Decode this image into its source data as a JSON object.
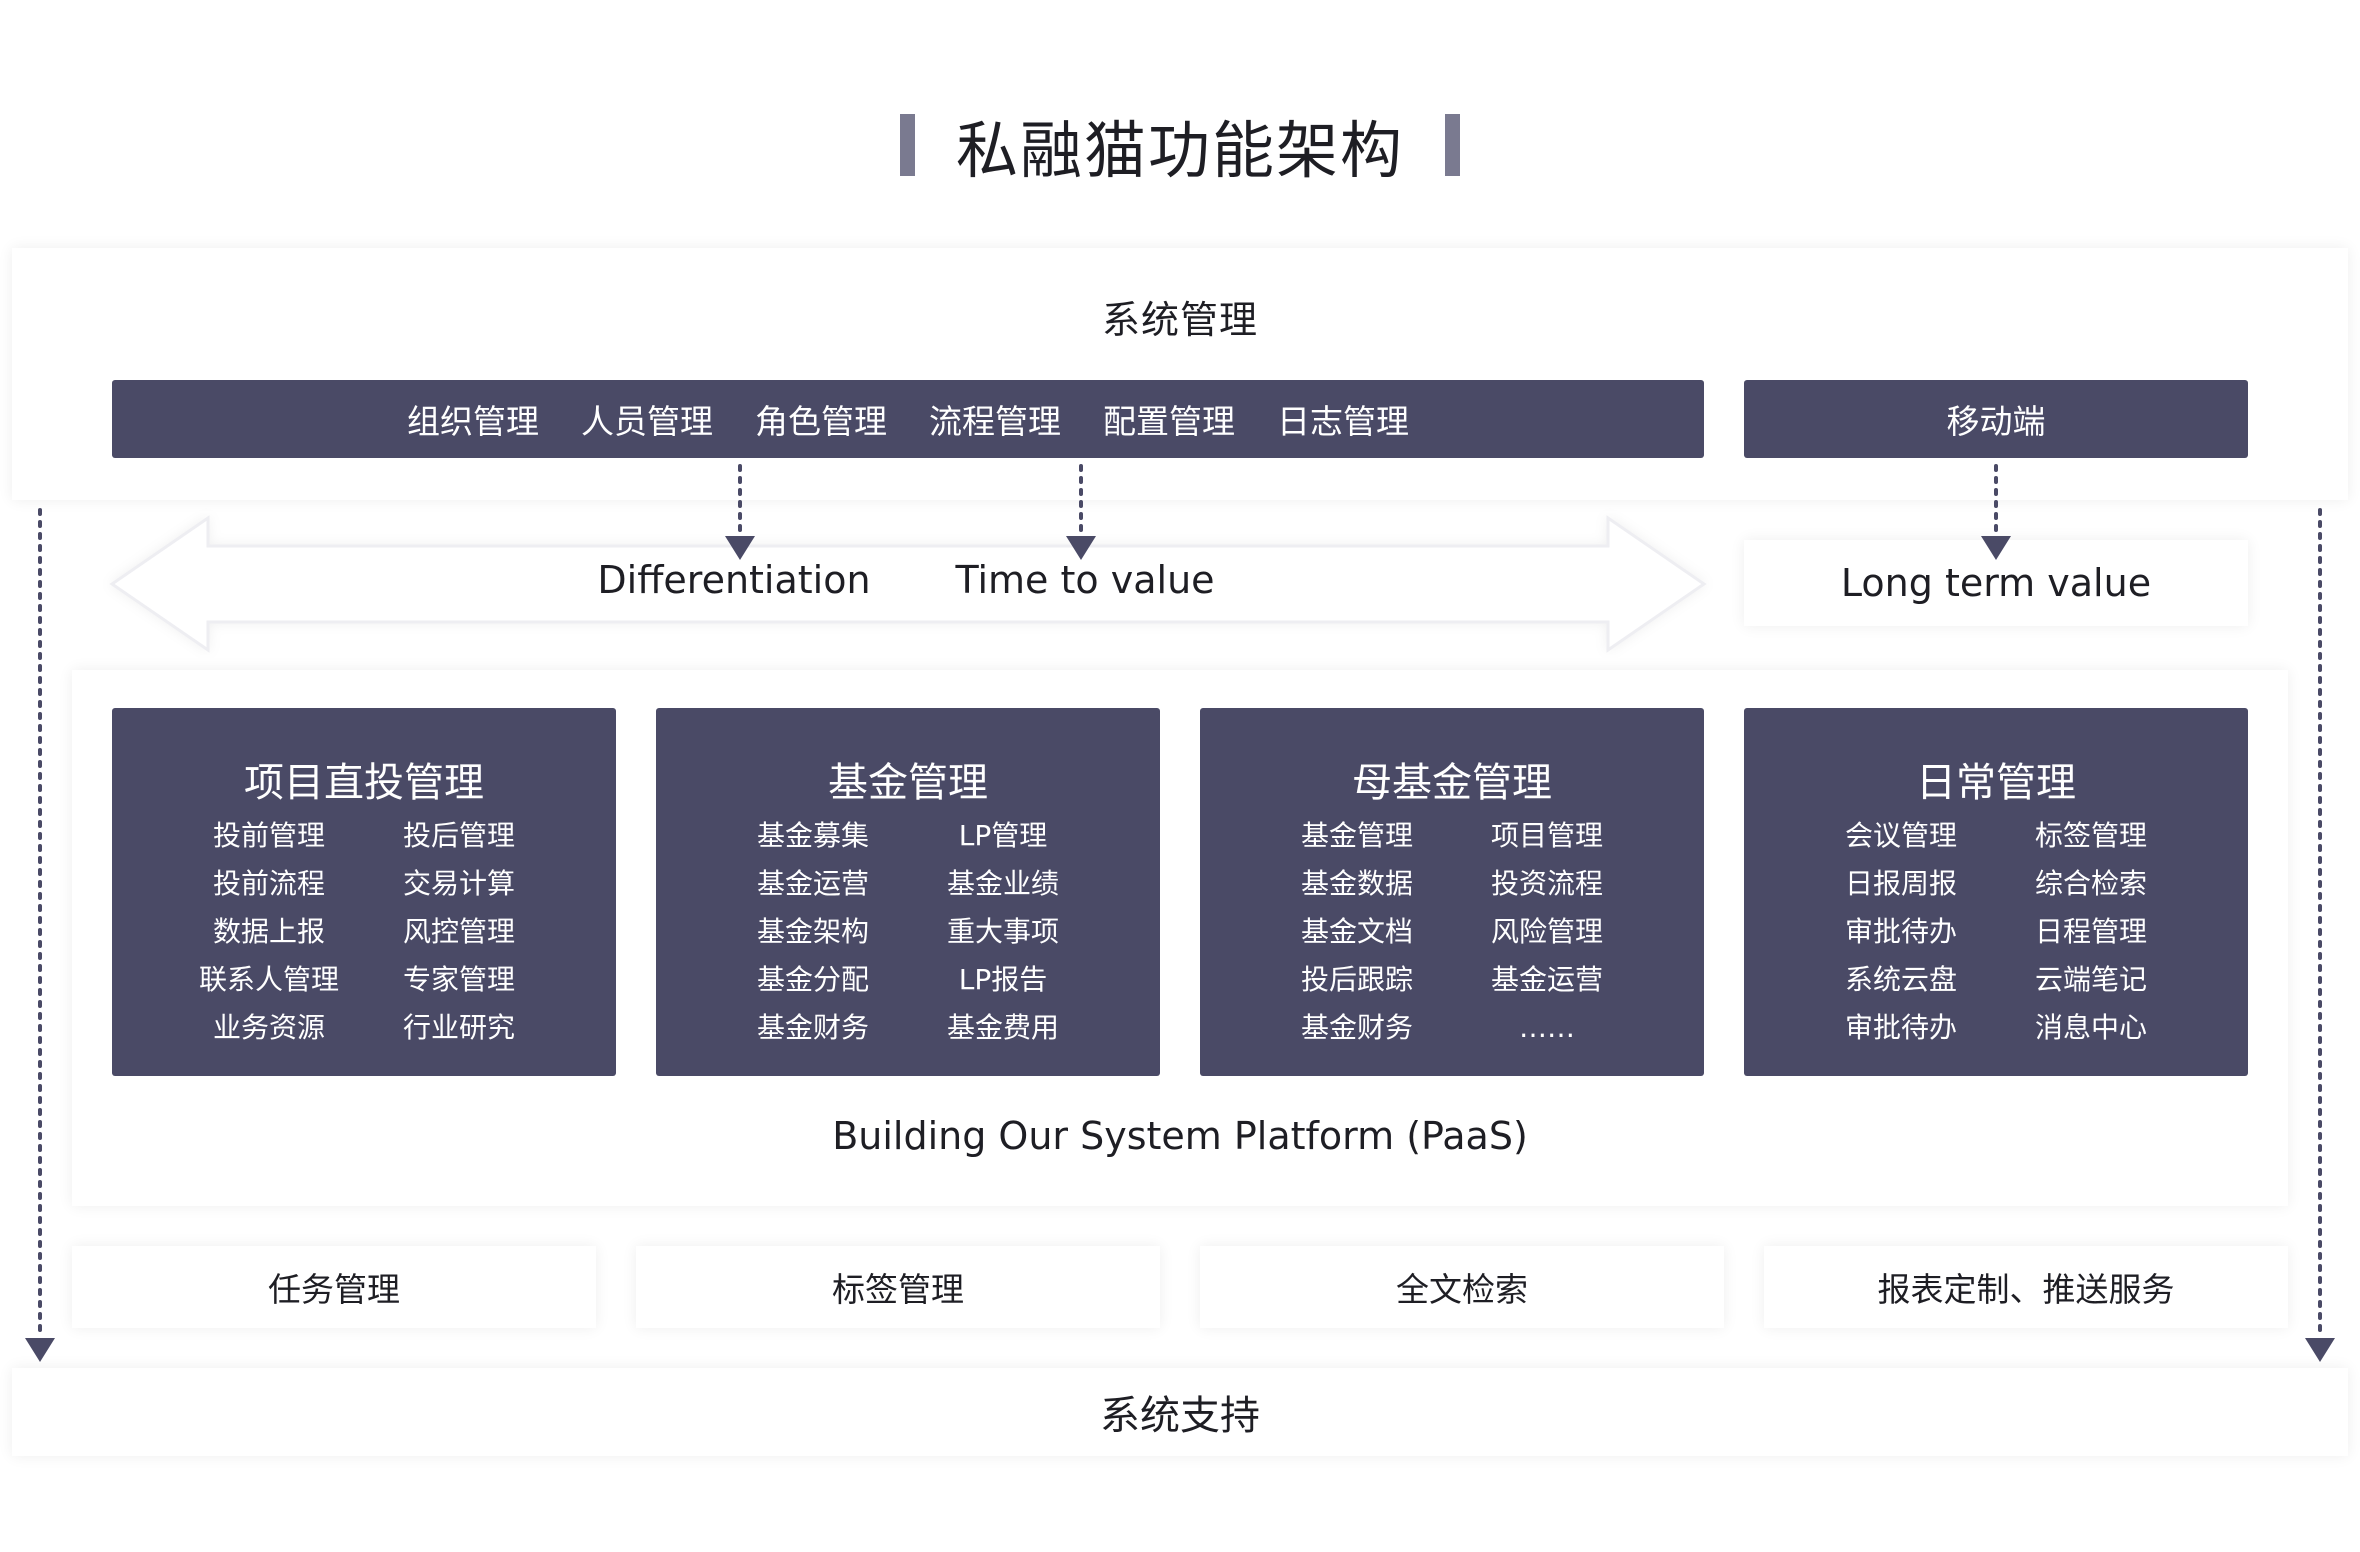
{
  "title": "私融猫功能架构",
  "system_management": {
    "label": "系统管理",
    "menu": [
      "组织管理",
      "人员管理",
      "角色管理",
      "流程管理",
      "配置管理",
      "日志管理"
    ],
    "mobile": "移动端"
  },
  "values": {
    "differentiation": "Differentiation",
    "time_to_value": "Time to value",
    "long_term_value": "Long term value"
  },
  "modules": [
    {
      "title": "项目直投管理",
      "items": [
        "投前管理",
        "投后管理",
        "投前流程",
        "交易计算",
        "数据上报",
        "风控管理",
        "联系人管理",
        "专家管理",
        "业务资源",
        "行业研究"
      ]
    },
    {
      "title": "基金管理",
      "items": [
        "基金募集",
        "LP管理",
        "基金运营",
        "基金业绩",
        "基金架构",
        "重大事项",
        "基金分配",
        "LP报告",
        "基金财务",
        "基金费用"
      ]
    },
    {
      "title": "母基金管理",
      "items": [
        "基金管理",
        "项目管理",
        "基金数据",
        "投资流程",
        "基金文档",
        "风险管理",
        "投后跟踪",
        "基金运营",
        "基金财务",
        "……"
      ]
    },
    {
      "title": "日常管理",
      "items": [
        "会议管理",
        "标签管理",
        "日报周报",
        "综合检索",
        "审批待办",
        "日程管理",
        "系统云盘",
        "云端笔记",
        "审批待办",
        "消息中心"
      ]
    }
  ],
  "platform_label": "Building Our System Platform (PaaS)",
  "services": [
    "任务管理",
    "标签管理",
    "全文检索",
    "报表定制、推送服务"
  ],
  "system_support": "系统支持",
  "colors": {
    "dark_block": "#4a4a66",
    "title_bar": "#7a7a90",
    "arrow": "#4a4a66"
  }
}
